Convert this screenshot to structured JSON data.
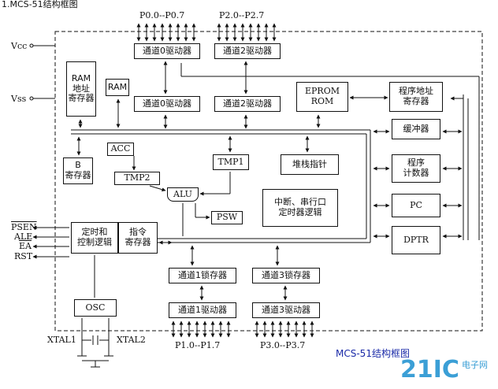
{
  "header": {
    "text": "1.MCS-51结构框图"
  },
  "ports": {
    "p0": "P0.0--P0.7",
    "p2": "P2.0--P2.7",
    "p1": "P1.0--P1.7",
    "p3": "P3.0--P3.7"
  },
  "power": {
    "vcc": "Vcc",
    "vss": "Vss"
  },
  "blocks": {
    "ram_addr_reg": [
      "RAM",
      "地址",
      "寄存器"
    ],
    "ram": "RAM",
    "ch0_driver_top": "通道0驱动器",
    "ch2_driver_top": "通道2驱动器",
    "ch0_driver_mid": "通道0驱动器",
    "ch2_driver_mid": "通道2驱动器",
    "eprom_rom": [
      "EPROM",
      "ROM"
    ],
    "prog_addr_reg": [
      "程序地址",
      "寄存器"
    ],
    "buffer": "缓冲器",
    "program_counter": [
      "程序",
      "计数器"
    ],
    "pc": "PC",
    "dptr": "DPTR",
    "acc": "ACC",
    "b_reg": [
      "B",
      "寄存器"
    ],
    "tmp2": "TMP2",
    "tmp1": "TMP1",
    "stack_pointer": "堆栈指针",
    "alu": "ALU",
    "psw": "PSW",
    "interrupt_logic": [
      "中断、串行口",
      "定时器逻辑"
    ],
    "timing_control": [
      "定时和",
      "控制逻辑"
    ],
    "instr_reg": [
      "指令",
      "寄存器"
    ],
    "ch1_latch": "通道1锁存器",
    "ch3_latch": "通道3锁存器",
    "ch1_driver": "通道1驱动器",
    "ch3_driver": "通道3驱动器",
    "osc": "OSC"
  },
  "control_signals": [
    "PSEN",
    "ALE",
    "EA",
    "RST"
  ],
  "crystal": {
    "xtal1": "XTAL1",
    "xtal2": "XTAL2"
  },
  "caption": "MCS-51结构框图",
  "watermark": {
    "logo": "21IC",
    "site": "电子网"
  },
  "colors": {
    "line": "#111111",
    "caption": "#1a2aa8",
    "watermark": "#3b9fd6"
  }
}
